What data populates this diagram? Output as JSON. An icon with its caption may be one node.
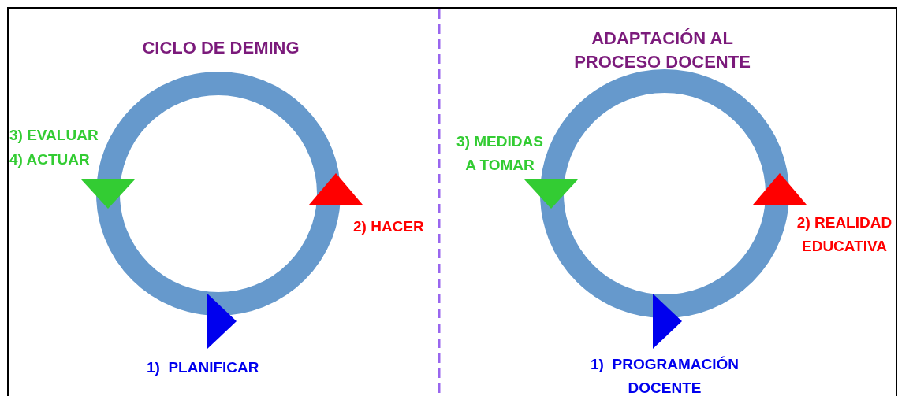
{
  "diagram": {
    "labels": [
      "CICLO DE DEMING",
      "ADAPTACIÓN AL PROCESO DOCENTE",
      "3) EVALUAR",
      "4) ACTUAR",
      "3) MEDIDAS A TOMAR",
      "2) HACER",
      "2) REALIDAD EDUCATIVA",
      "1)  PLANIFICAR",
      "1)  PROGRAMACIÓN DOCENTE"
    ]
  }
}
